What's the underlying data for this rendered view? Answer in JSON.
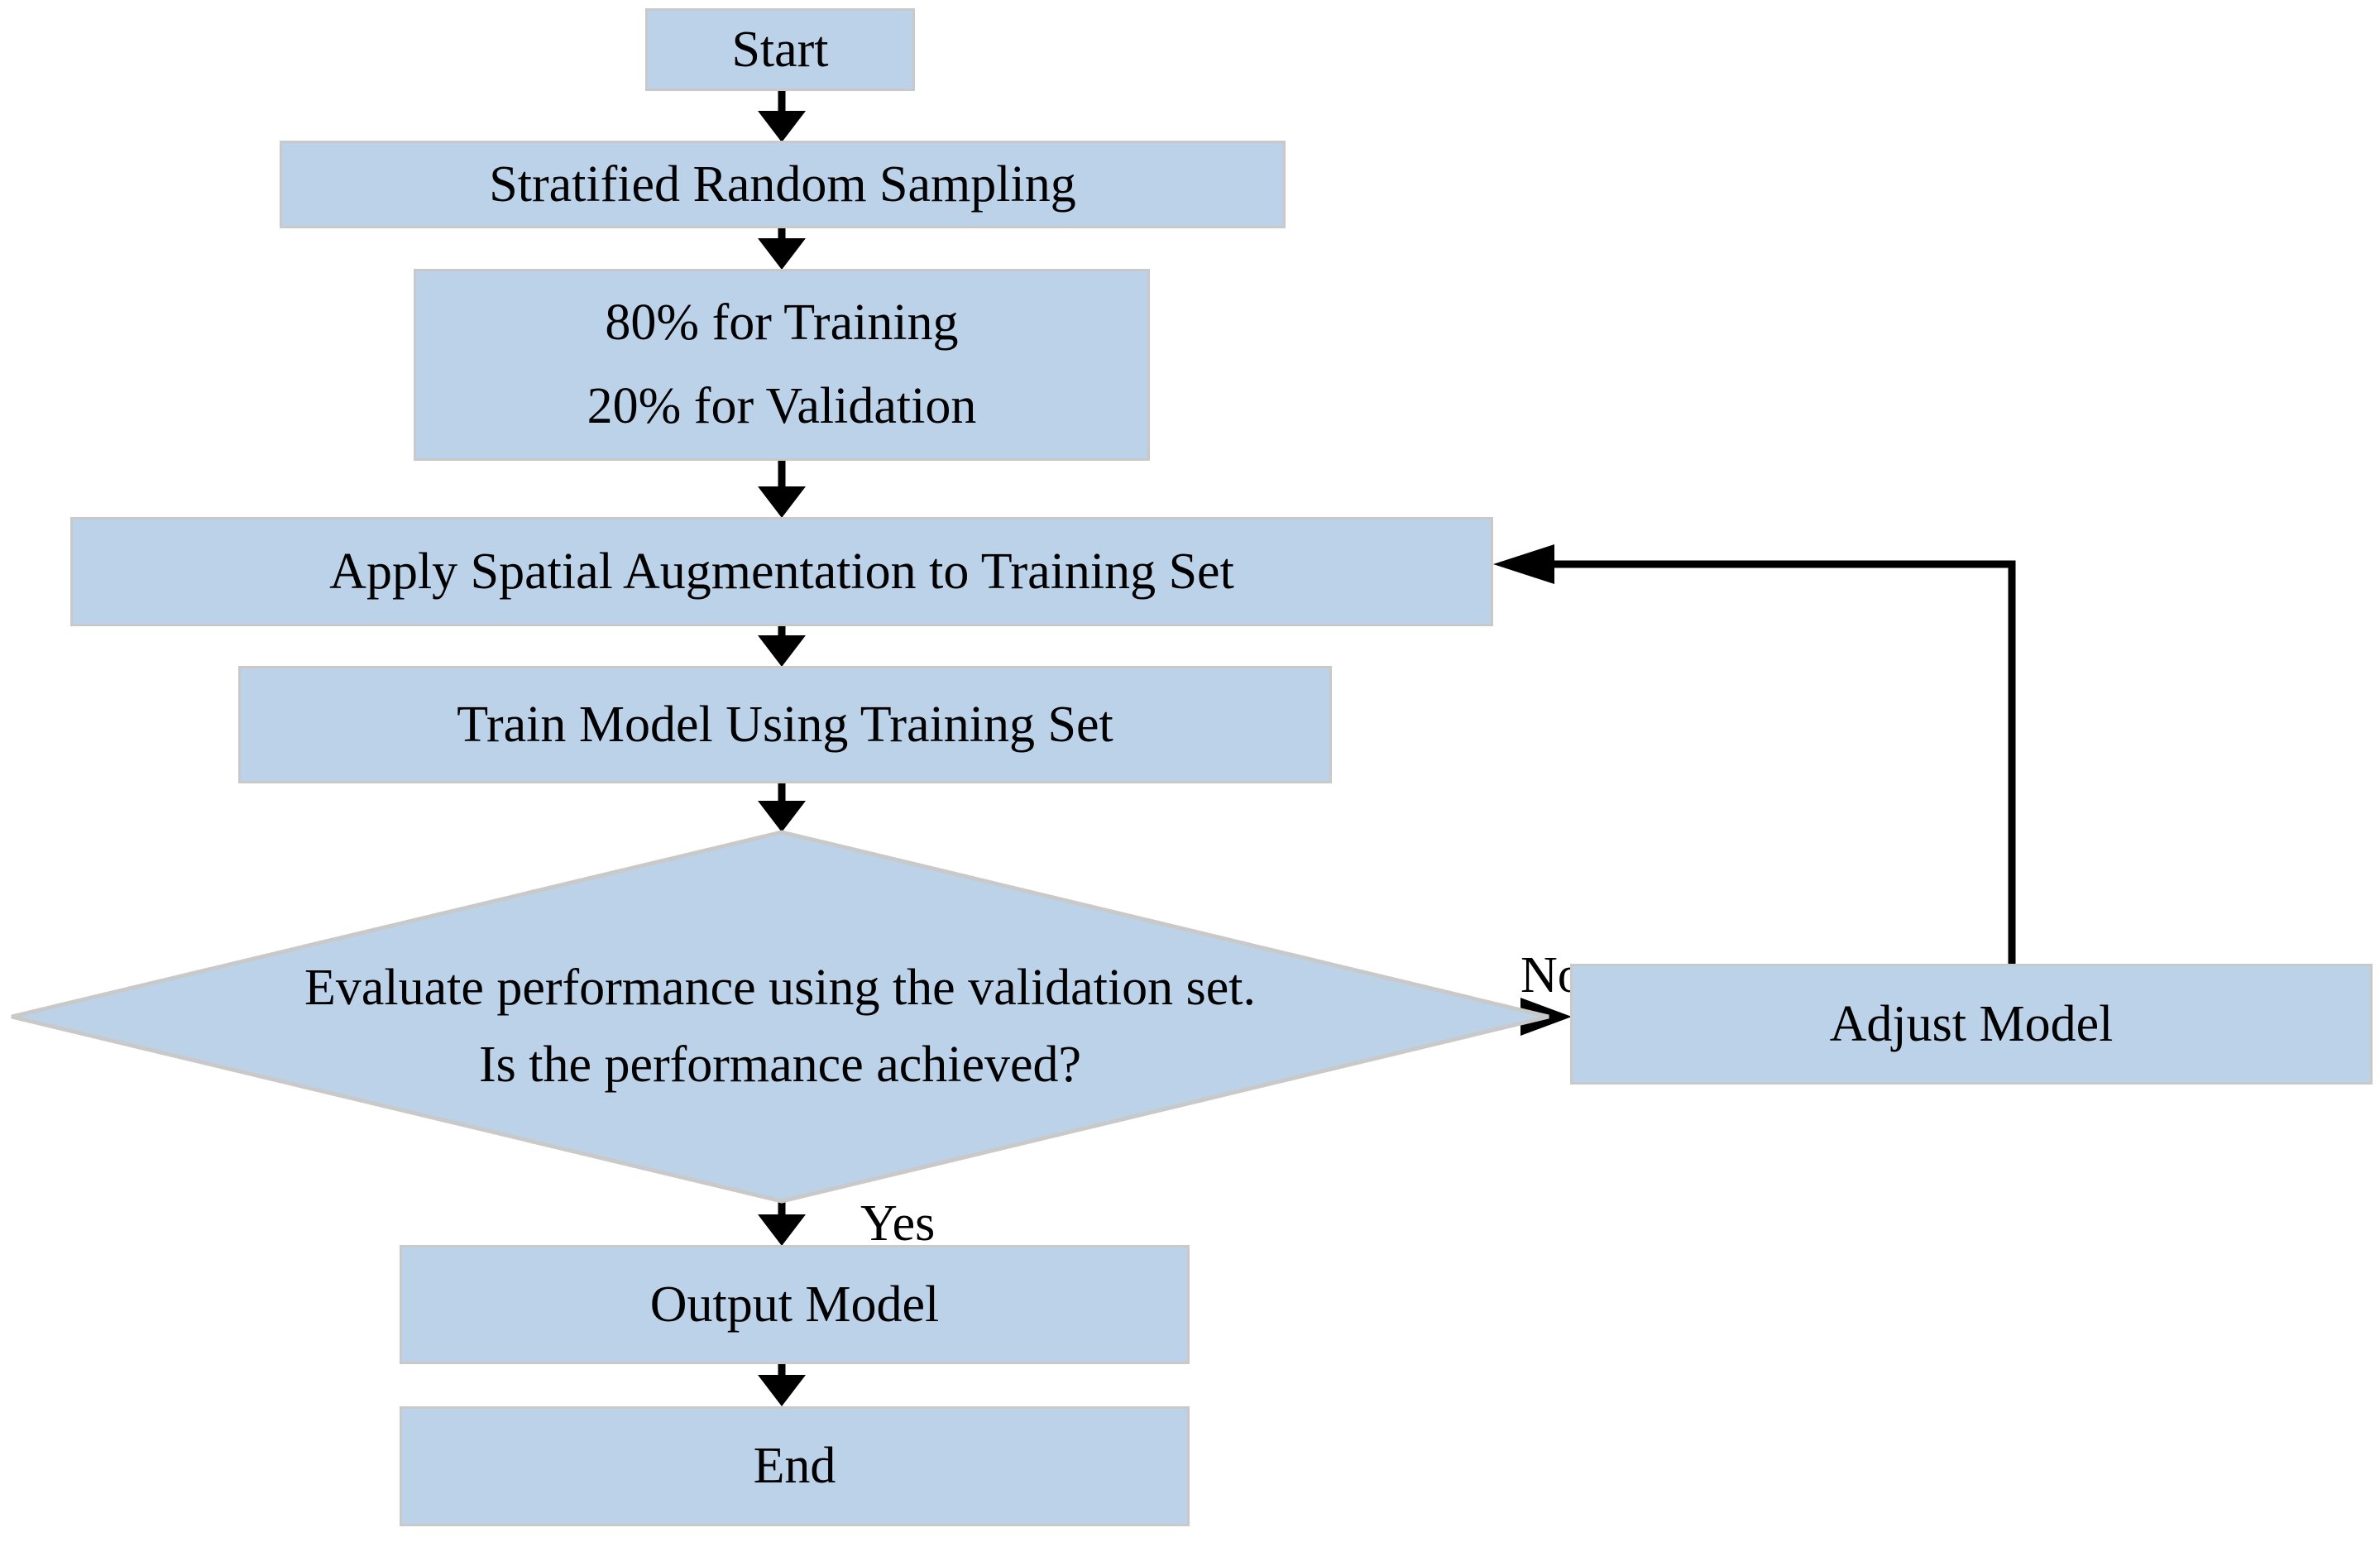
{
  "diagram": {
    "title": "Model training and validation workflow flowchart",
    "colors": {
      "node_fill": "#bcd2e8",
      "node_border": "#c9c9c9",
      "connector": "#000000",
      "text": "#000000",
      "background": "#ffffff"
    },
    "nodes": {
      "start": {
        "label": "Start",
        "shape": "rectangle"
      },
      "sampling": {
        "label": "Stratified Random Sampling",
        "shape": "rectangle"
      },
      "split": {
        "line1": "80% for Training",
        "line2": "20% for Validation",
        "shape": "rectangle"
      },
      "augment": {
        "label": "Apply Spatial Augmentation to Training Set",
        "shape": "rectangle"
      },
      "train": {
        "label": "Train Model Using Training Set",
        "shape": "rectangle"
      },
      "evaluate": {
        "line1": "Evaluate performance using the validation set.",
        "line2": "Is the performance achieved?",
        "shape": "diamond"
      },
      "adjust": {
        "label": "Adjust Model",
        "shape": "rectangle"
      },
      "output": {
        "label": "Output Model",
        "shape": "rectangle"
      },
      "end": {
        "label": "End",
        "shape": "rectangle"
      }
    },
    "edge_labels": {
      "no": "No",
      "yes": "Yes"
    }
  }
}
